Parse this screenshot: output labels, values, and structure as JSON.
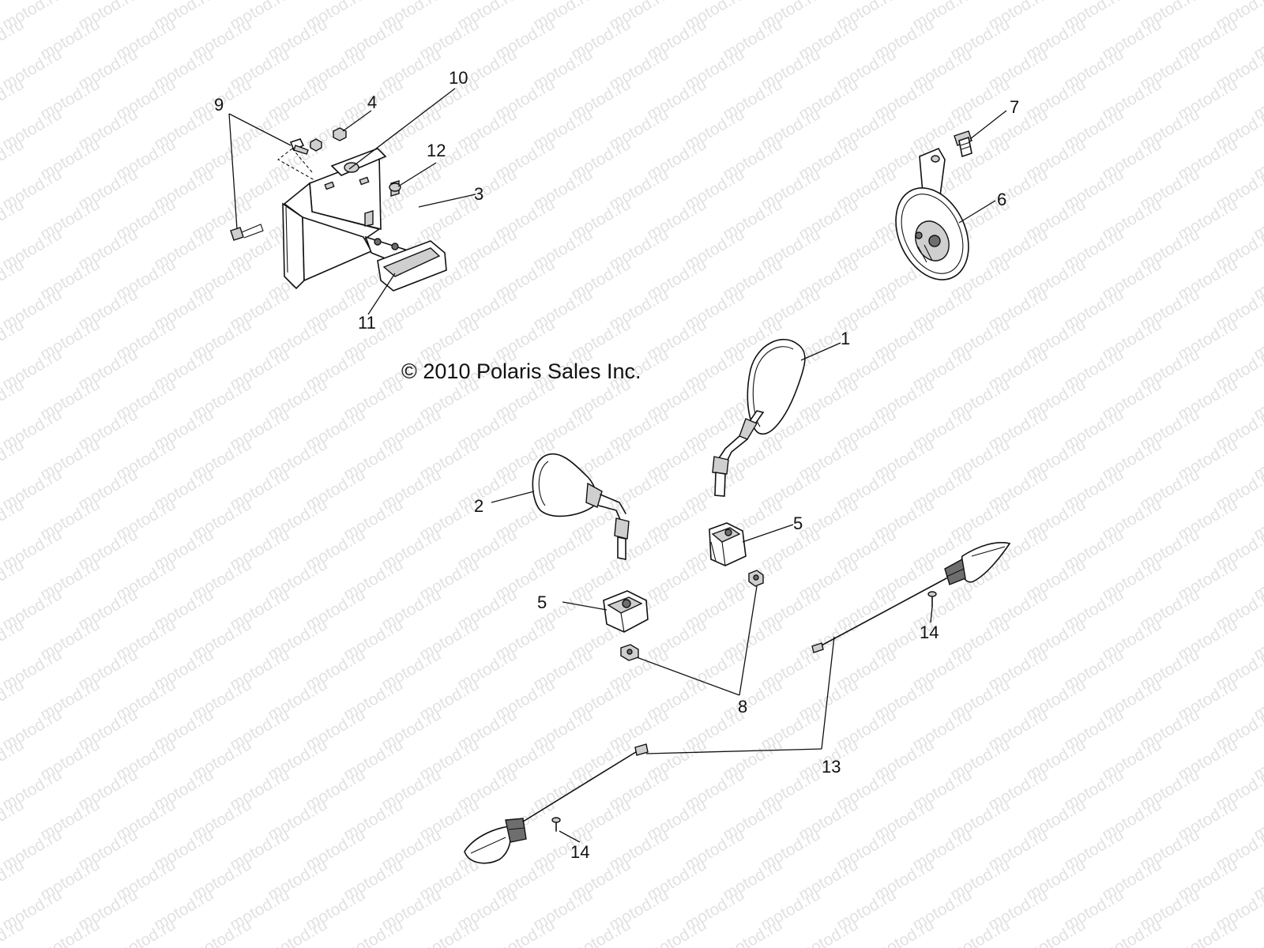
{
  "watermark": {
    "text": "motod.ru"
  },
  "copyright": "© 2010 Polaris Sales Inc.",
  "callouts": {
    "c1": "1",
    "c2": "2",
    "c3": "3",
    "c4": "4",
    "c5a": "5",
    "c5b": "5",
    "c6": "6",
    "c7": "7",
    "c8": "8",
    "c9": "9",
    "c10": "10",
    "c11": "11",
    "c12": "12",
    "c13": "13",
    "c14a": "14",
    "c14b": "14"
  },
  "parts": [
    {
      "id": "mirror-right",
      "callout": "1"
    },
    {
      "id": "mirror-left",
      "callout": "2"
    },
    {
      "id": "license-light-bracket",
      "callout": "3"
    },
    {
      "id": "nut",
      "callout": "4"
    },
    {
      "id": "mirror-mount-clamp",
      "callout": "5"
    },
    {
      "id": "horn",
      "callout": "6"
    },
    {
      "id": "horn-bolt",
      "callout": "7"
    },
    {
      "id": "clamp-nut",
      "callout": "8"
    },
    {
      "id": "bracket-screw",
      "callout": "9"
    },
    {
      "id": "bracket-plate",
      "callout": "10"
    },
    {
      "id": "license-plate-light",
      "callout": "11"
    },
    {
      "id": "washer",
      "callout": "12"
    },
    {
      "id": "turn-signal",
      "callout": "13"
    },
    {
      "id": "signal-screw",
      "callout": "14"
    }
  ]
}
